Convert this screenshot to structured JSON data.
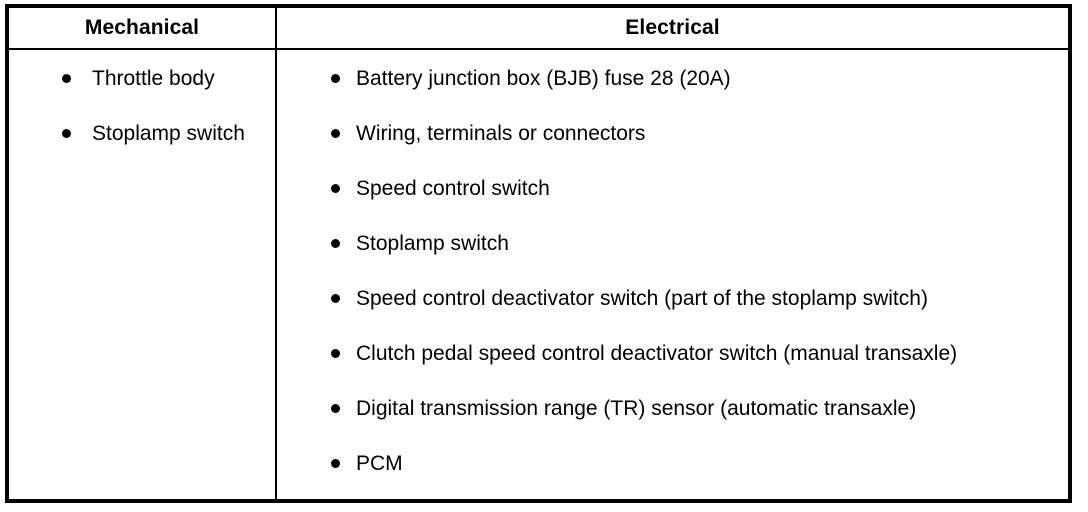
{
  "table": {
    "columns": [
      {
        "header": "Mechanical"
      },
      {
        "header": "Electrical"
      }
    ],
    "mechanical_items": [
      "Throttle body",
      "Stoplamp switch"
    ],
    "electrical_items": [
      "Battery junction box (BJB) fuse 28 (20A)",
      "Wiring, terminals or connectors",
      "Speed control switch",
      "Stoplamp switch",
      "Speed control deactivator switch (part of the stoplamp switch)",
      "Clutch pedal speed control deactivator switch (manual transaxle)",
      "Digital transmission range (TR) sensor (automatic transaxle)",
      "PCM"
    ]
  },
  "style": {
    "border_color": "#000000",
    "text_color": "#000000",
    "background_color": "#ffffff"
  }
}
